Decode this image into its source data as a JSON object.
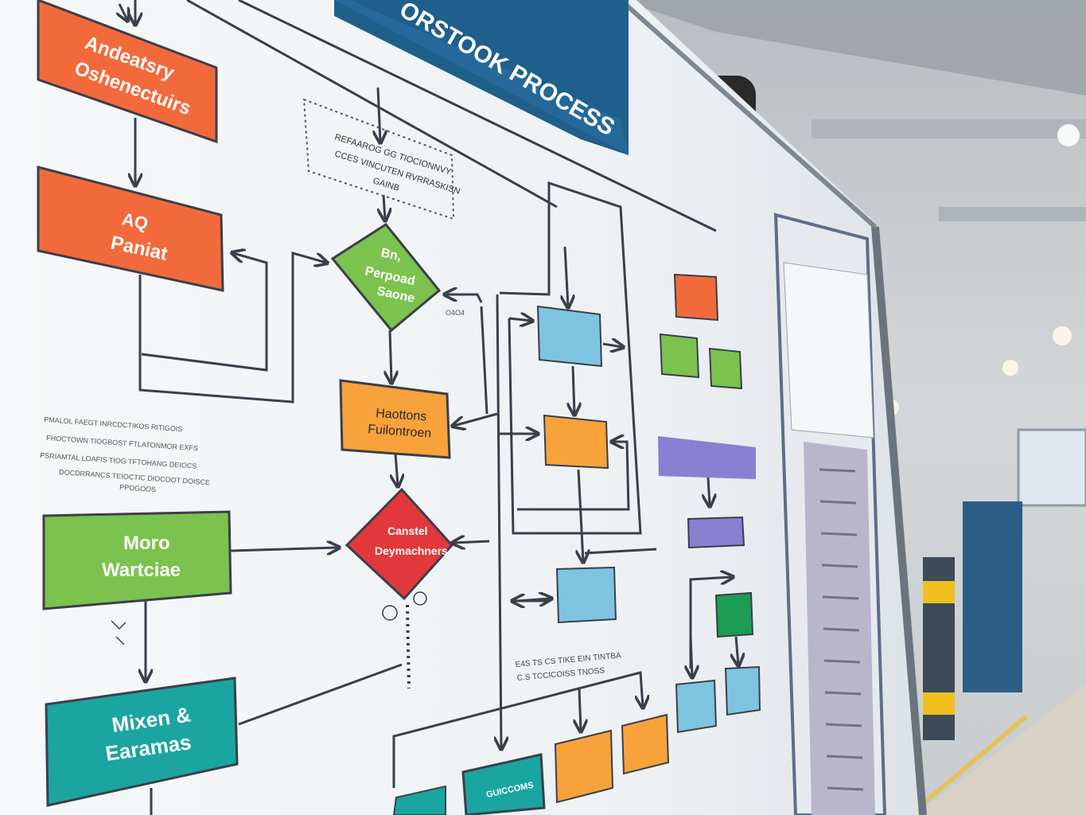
{
  "banner": {
    "title": "ORSTOOK PROCESS",
    "color": "#1f5f8b"
  },
  "colors": {
    "orange_red": "#f26a3c",
    "green": "#7cc24e",
    "amber": "#f7a23b",
    "red": "#e2383c",
    "teal": "#1aa5a0",
    "blue": "#7ec4e0",
    "purple": "#8a7fd0",
    "line": "#3a3f4a"
  },
  "nodes": {
    "n1": {
      "line1": "Andeatsry",
      "line2": "Oshenectuirs"
    },
    "n2": {
      "line1": "AQ",
      "line2": "Paniat"
    },
    "n3": {
      "line1": "Bn,",
      "line2": "Perpoad",
      "line3": "Saone"
    },
    "n4": {
      "line1": "Haottons",
      "line2": "Fuilontroen"
    },
    "n5": {
      "line1": "Canstel",
      "line2": "Deymachners"
    },
    "n6": {
      "line1": "Moro",
      "line2": "Wartciae"
    },
    "n7": {
      "line1": "Mixen &",
      "line2": "Earamas"
    },
    "n8": {
      "line1": "GUICCOMS"
    }
  },
  "notes": {
    "dashed": {
      "line1": "REFAAROG GG TIOCIONNVY",
      "line2": "CCES VINCUTEN RVRRASKISN",
      "line3": "GAINB"
    },
    "left_para": [
      "PMALOL FAEGT INRCDCTIKOS RITIGOIS",
      "FHOCTOWN TIOGBOST FTLATONMOR EXFS",
      "PSRIAMTAL LOAFIS TIOG TFTOHANG DEIOCS",
      "DOCDRRANCS TEIOCTIC DIOCOOT DOISCE",
      "PPOGOOS"
    ],
    "lower_mid": {
      "line1": "E4S TS CS TIKE EIN TINTBA",
      "line2": "C.S TCCICOISS TNOSS"
    },
    "small_tag": "O4O4"
  }
}
